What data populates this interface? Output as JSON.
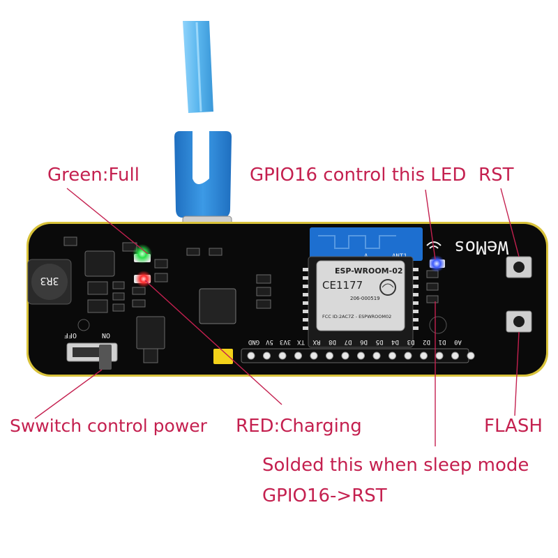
{
  "labels": {
    "green_full": "Green:Full",
    "gpio16_led": "GPIO16 control this LED",
    "rst": "RST",
    "switch_power": "Swwitch control power",
    "red_charging": "RED:Charging",
    "flash": "FLASH",
    "solder_line1": "Solded this when sleep mode",
    "solder_line2": "GPIO16->RST"
  },
  "board": {
    "brand": "WeMos",
    "module_name": "ESP-WROOM-02",
    "ce_mark": "CE1177",
    "fcc_id": "FCC ID:2AC7Z - ESPWROOM02",
    "cert_id": "206-000519",
    "antenna_mark": "A",
    "antenna_label": "ANT1",
    "inductor": "3R3",
    "switch_off": "OFF",
    "switch_on": "ON",
    "pins": [
      "GND",
      "5V",
      "3V3",
      "TX",
      "RX",
      "D8",
      "D7",
      "D6",
      "D5",
      "D4",
      "D3",
      "D2",
      "D1",
      "A0"
    ]
  },
  "colors": {
    "label": "#c4204f",
    "pcb": "#0a0a0a",
    "pcb_edge": "#d8c23a",
    "cable": "#58b4ec",
    "connector": "#2e86d6",
    "antenna": "#1d6fd0",
    "led_green": "#29e24a",
    "led_red": "#ff2a2a",
    "led_blue": "#3d5bff"
  }
}
